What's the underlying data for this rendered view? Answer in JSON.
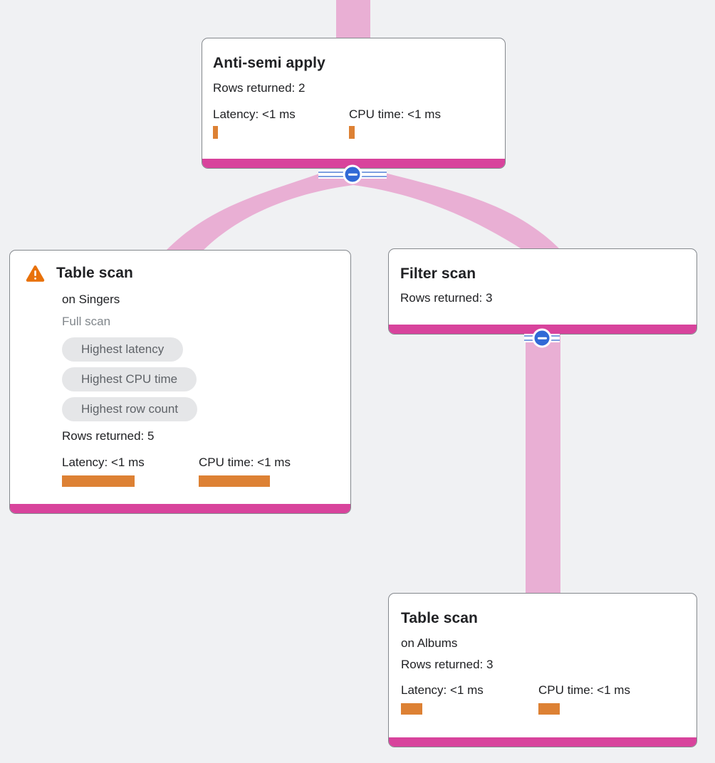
{
  "diagram": {
    "kind": "query-execution-plan-tree",
    "colors": {
      "background": "#f0f1f3",
      "flow_edge_pink": "#e9afd4",
      "node_accent_magenta": "#d8439c",
      "collapse_button_blue": "#3169d6",
      "collapse_stripe_blue": "#7d9fe0",
      "metric_bar_orange": "#dd8134",
      "warning_orange": "#e8710a",
      "badge_background": "#e5e6e8",
      "badge_text": "#5f6368",
      "muted_text": "#80868b",
      "text": "#202124"
    }
  },
  "nodes": [
    {
      "id": "anti-semi-apply",
      "title": "Anti-semi apply",
      "rows_returned": "Rows returned: 2",
      "latency_label": "Latency: <1 ms",
      "cpu_label": "CPU time: <1 ms",
      "latency_bar_w": 7,
      "cpu_bar_w": 8
    },
    {
      "id": "table-scan-singers",
      "title": "Table scan",
      "warning_icon": "warning-triangle-icon",
      "subtitle": "on Singers",
      "scan_type": "Full scan",
      "badges": [
        "Highest latency",
        "Highest CPU time",
        "Highest row count"
      ],
      "rows_returned": "Rows returned: 5",
      "latency_label": "Latency: <1 ms",
      "cpu_label": "CPU time: <1 ms",
      "latency_bar_w": 102,
      "cpu_bar_w": 100
    },
    {
      "id": "filter-scan",
      "title": "Filter scan",
      "rows_returned": "Rows returned: 3"
    },
    {
      "id": "table-scan-albums",
      "title": "Table scan",
      "subtitle": "on Albums",
      "rows_returned": "Rows returned: 3",
      "latency_label": "Latency: <1 ms",
      "cpu_label": "CPU time: <1 ms",
      "latency_bar_w": 30,
      "cpu_bar_w": 30
    }
  ],
  "collapse_buttons": [
    {
      "id": "collapse-anti-semi-apply",
      "icon": "minus-icon",
      "state": "expanded"
    },
    {
      "id": "collapse-filter-scan",
      "icon": "minus-icon",
      "state": "expanded"
    }
  ]
}
